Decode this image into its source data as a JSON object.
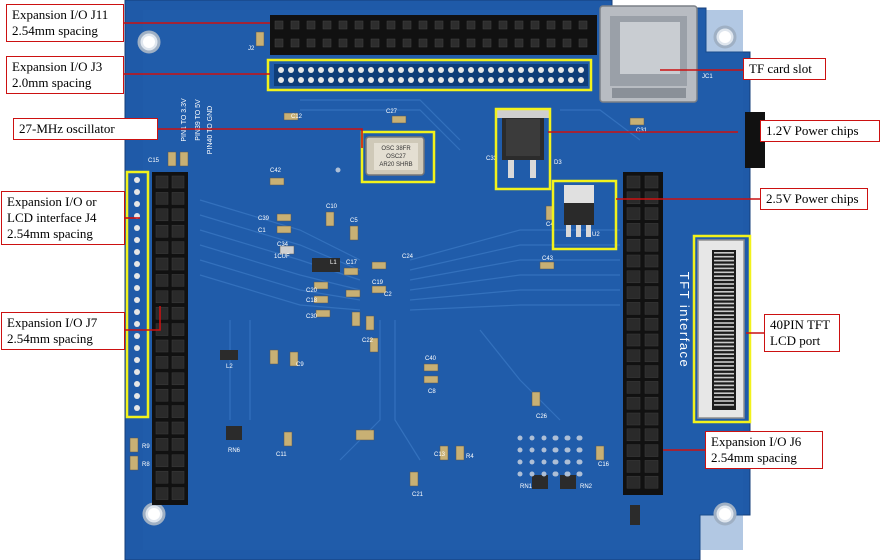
{
  "colors": {
    "board": "#1f5aa8",
    "board_dark": "#18488a",
    "highlight": "#f2f21c",
    "callout_border": "#cc1111",
    "leader": "#cc1111",
    "header_black": "#111111"
  },
  "callouts": {
    "j11": [
      "Expansion I/O J11",
      "2.54mm spacing"
    ],
    "j3": [
      "Expansion I/O J3",
      "2.0mm spacing"
    ],
    "osc": [
      "27-MHz oscillator"
    ],
    "j4": [
      "Expansion I/O or",
      "LCD interface J4",
      "2.54mm spacing"
    ],
    "j7": [
      "Expansion I/O J7",
      "2.54mm spacing"
    ],
    "tf": [
      "TF card slot"
    ],
    "p12": [
      "1.2V Power chips"
    ],
    "p25": [
      "2.5V Power chips"
    ],
    "lcd": [
      "40PIN TFT",
      "LCD port"
    ],
    "j6": [
      "Expansion I/O J6",
      "2.54mm spacing"
    ]
  },
  "silkscreen": {
    "tft_interface": "TFT interface",
    "pin40_gnd": "PIN40 TO GND",
    "pin39_5v": "PIN39 TO 5V",
    "pin1_3v": "PIN1 TO 3.3V",
    "refs": [
      "C12",
      "C27",
      "C42",
      "C10",
      "C5",
      "C39",
      "C1",
      "C34",
      "1CUF",
      "L1",
      "C17",
      "C24",
      "C20",
      "C18",
      "C2",
      "C30",
      "C43",
      "C22",
      "L2",
      "C40",
      "C8",
      "C26",
      "C11",
      "C19",
      "RN6",
      "RN1",
      "RN2",
      "C15",
      "R9",
      "R8",
      "C31",
      "JC1",
      "J2",
      "D3",
      "C33",
      "C4",
      "U2",
      "R4",
      "C13",
      "C9",
      "C21",
      "C16"
    ]
  },
  "osc_chip_text": [
    "OSC 38FR",
    "OSC27",
    "AR20 SHRB"
  ]
}
